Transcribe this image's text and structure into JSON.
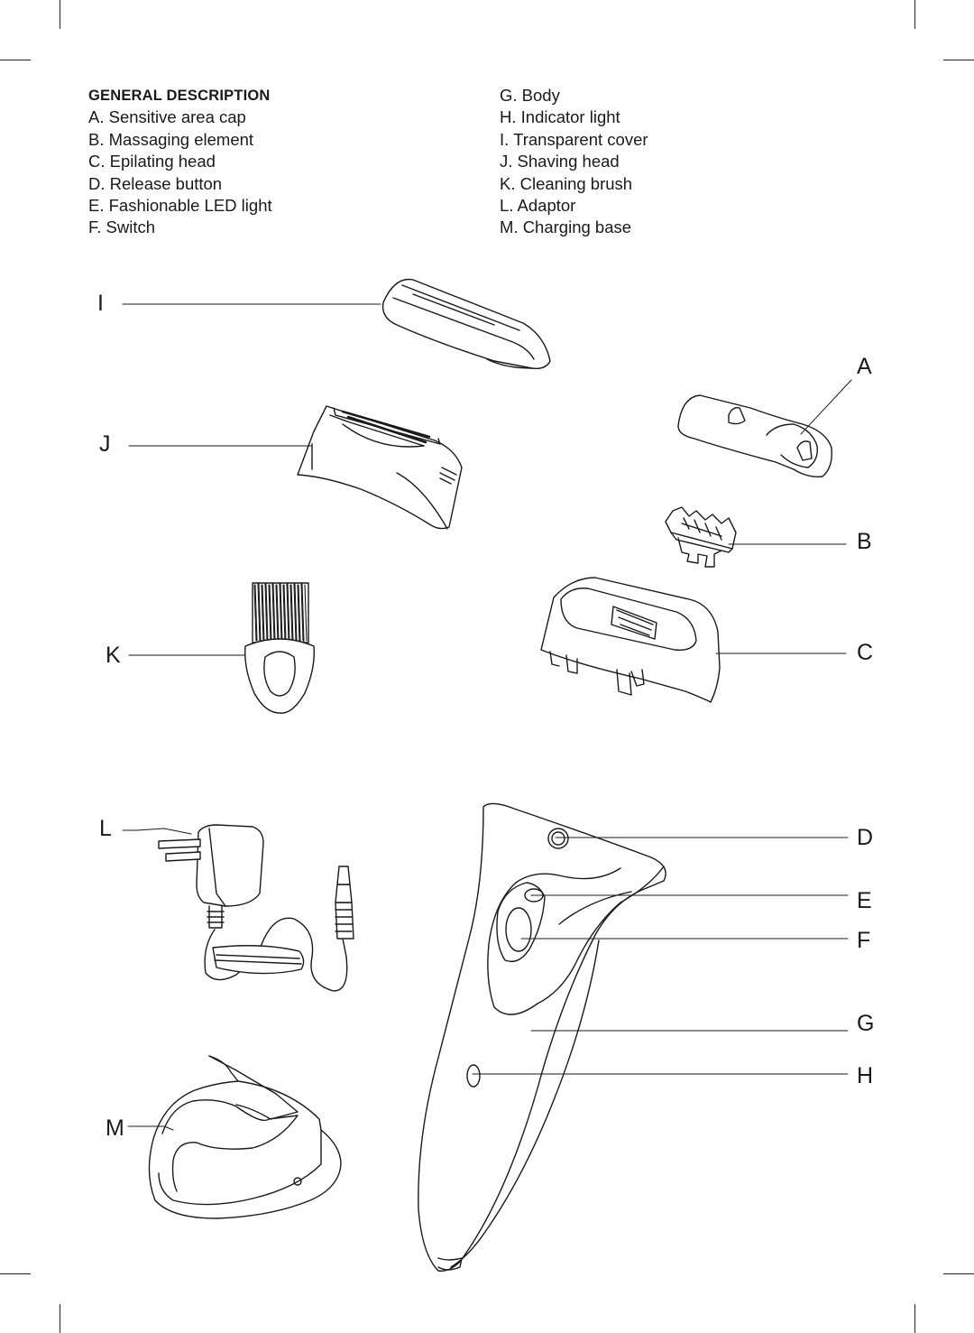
{
  "general_description": {
    "heading": "GENERAL DESCRIPTION",
    "parts_left": [
      "A. Sensitive area cap",
      "B. Massaging element",
      "C. Epilating head",
      "D. Release button",
      "E. Fashionable LED light",
      "F. Switch"
    ],
    "parts_right": [
      "G. Body",
      "H. Indicator light",
      "I. Transparent cover",
      "J. Shaving head",
      "K. Cleaning brush",
      "L. Adaptor",
      "M. Charging base"
    ]
  },
  "callouts": {
    "I": "I",
    "J": "J",
    "K": "K",
    "L": "L",
    "M": "M",
    "A": "A",
    "B": "B",
    "C": "C",
    "D": "D",
    "E": "E",
    "F": "F",
    "G": "G",
    "H": "H"
  }
}
